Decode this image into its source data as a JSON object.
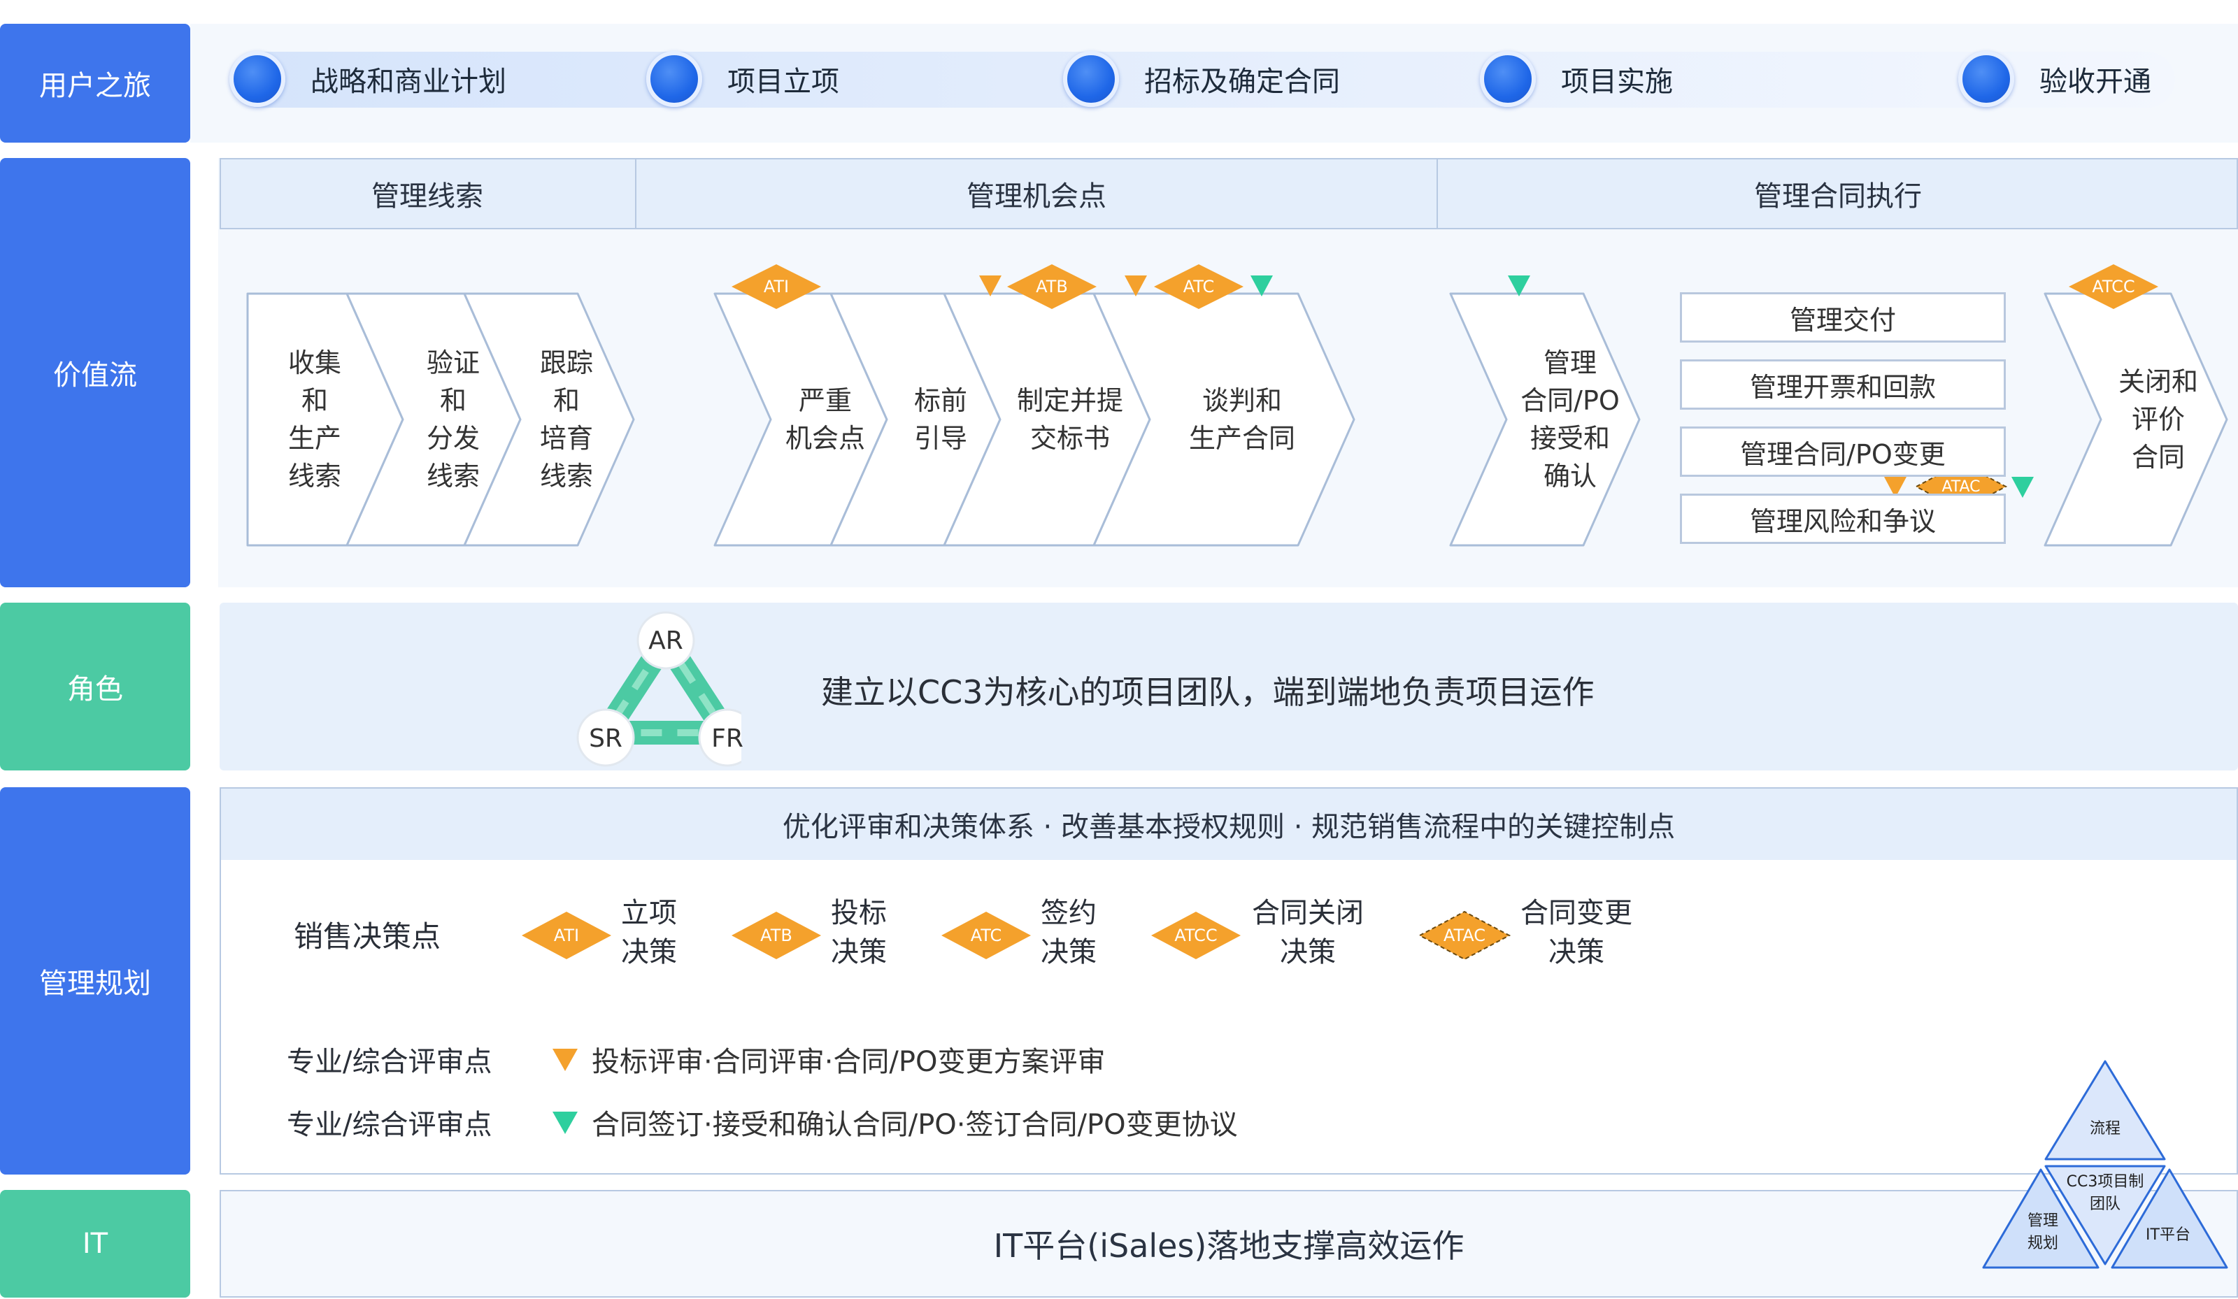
{
  "lanes": {
    "journey": "用户之旅",
    "value_stream": "价值流",
    "roles": "角色",
    "management": "管理规划",
    "it": "IT"
  },
  "journey_steps": [
    "战略和商业计划",
    "项目立项",
    "招标及确定合同",
    "项目实施",
    "验收开通"
  ],
  "value_headers": [
    "管理线索",
    "管理机会点",
    "管理合同执行"
  ],
  "lead_steps": [
    "收集\n和\n生产\n线索",
    "验证\n和\n分发\n线索",
    "跟踪\n和\n培育\n线索"
  ],
  "opp_steps": [
    "严重\n机会点",
    "标前\n引导",
    "制定并提\n交标书",
    "谈判和\n生产合同"
  ],
  "contract_step": "管理\n合同/PO\n接受和\n确认",
  "contract_items": [
    "管理交付",
    "管理开票和回款",
    "管理合同/PO变更",
    "管理风险和争议"
  ],
  "close_step": "关闭和\n评价\n合同",
  "decision_badges": {
    "ati": "ATI",
    "atb": "ATB",
    "atc": "ATC",
    "atcc": "ATCC",
    "atac": "ATAC"
  },
  "roles": {
    "triangle": {
      "top": "AR",
      "left": "SR",
      "right": "FR"
    },
    "text": "建立以CC3为核心的项目团队，端到端地负责项目运作"
  },
  "management": {
    "headline": "优化评审和决策体系 · 改善基本授权规则 · 规范销售流程中的关键控制点",
    "decision_points_label": "销售决策点",
    "decisions": [
      {
        "badge": "ATI",
        "text": "立项\n决策"
      },
      {
        "badge": "ATB",
        "text": "投标\n决策"
      },
      {
        "badge": "ATC",
        "text": "签约\n决策"
      },
      {
        "badge": "ATCC",
        "text": "合同关闭\n决策"
      },
      {
        "badge": "ATAC",
        "text": "合同变更\n决策"
      }
    ],
    "review_rows": [
      {
        "label": "专业/综合评审点",
        "text": "投标评审·合同评审·合同/PO变更方案评审"
      },
      {
        "label": "专业/综合评审点",
        "text": "合同签订·接受和确认合同/PO·签订合同/PO变更协议"
      }
    ]
  },
  "it_text": "IT平台(iSales)落地支撑高效运作",
  "pyramid": {
    "top": "流程",
    "center": "CC3项目制\n团队",
    "left": "管理\n规划",
    "right": "IT平台"
  },
  "colors": {
    "blue": "#3e75ec",
    "green": "#4ccaa3",
    "orange": "#f4a12c",
    "teal": "#2ecf9e"
  }
}
